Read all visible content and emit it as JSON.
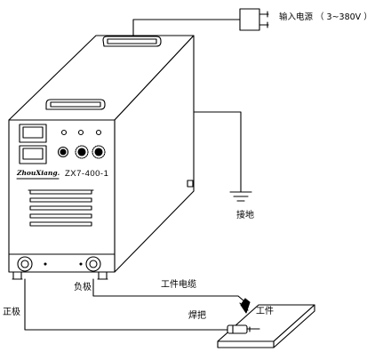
{
  "labels": {
    "power_input": "输入电源 （ 3~380V ）",
    "ground": "接地",
    "negative": "负极",
    "positive": "正极",
    "work_cable": "工件电缆",
    "electrode_holder": "焊把",
    "workpiece": "工件"
  },
  "machine": {
    "brand": "ZhouXiang.",
    "model": "ZX7-400-1"
  }
}
